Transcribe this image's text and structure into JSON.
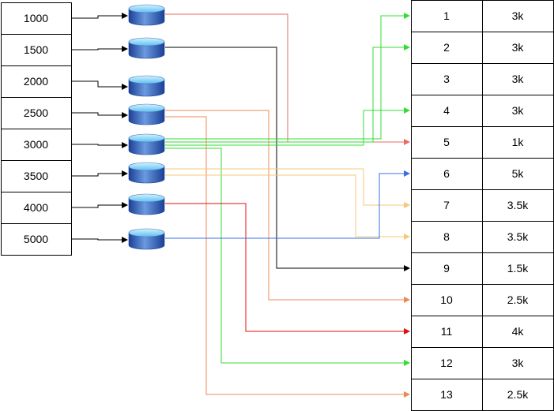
{
  "left_boxes": [
    "1000",
    "1500",
    "2000",
    "2500",
    "3000",
    "3500",
    "4000",
    "5000"
  ],
  "right_table": [
    {
      "id": "1",
      "value": "3k"
    },
    {
      "id": "2",
      "value": "3k"
    },
    {
      "id": "3",
      "value": "3k"
    },
    {
      "id": "4",
      "value": "3k"
    },
    {
      "id": "5",
      "value": "1k"
    },
    {
      "id": "6",
      "value": "5k"
    },
    {
      "id": "7",
      "value": "3.5k"
    },
    {
      "id": "8",
      "value": "3.5k"
    },
    {
      "id": "9",
      "value": "1.5k"
    },
    {
      "id": "10",
      "value": "2.5k"
    },
    {
      "id": "11",
      "value": "4k"
    },
    {
      "id": "12",
      "value": "3k"
    },
    {
      "id": "13",
      "value": "2.5k"
    }
  ],
  "icons": {
    "bin": "database-icon"
  },
  "colors": {
    "pink": "#ea6b66",
    "black": "#000000",
    "green": "#33dd33",
    "orange": "#ee8855",
    "yellow": "#f5c87a",
    "red": "#e01010",
    "blue": "#3b6fe0"
  },
  "connections": [
    {
      "from_bin": 1,
      "to_row": 5,
      "color": "pink"
    },
    {
      "from_bin": 2,
      "to_row": 9,
      "color": "black"
    },
    {
      "from_bin": 4,
      "to_row": 10,
      "color": "orange"
    },
    {
      "from_bin": 4,
      "to_row": 13,
      "color": "orange"
    },
    {
      "from_bin": 5,
      "to_row": 1,
      "color": "green"
    },
    {
      "from_bin": 5,
      "to_row": 2,
      "color": "green"
    },
    {
      "from_bin": 5,
      "to_row": 4,
      "color": "green"
    },
    {
      "from_bin": 5,
      "to_row": 12,
      "color": "green"
    },
    {
      "from_bin": 6,
      "to_row": 7,
      "color": "yellow"
    },
    {
      "from_bin": 6,
      "to_row": 8,
      "color": "yellow"
    },
    {
      "from_bin": 7,
      "to_row": 11,
      "color": "red"
    },
    {
      "from_bin": 8,
      "to_row": 6,
      "color": "blue"
    }
  ]
}
